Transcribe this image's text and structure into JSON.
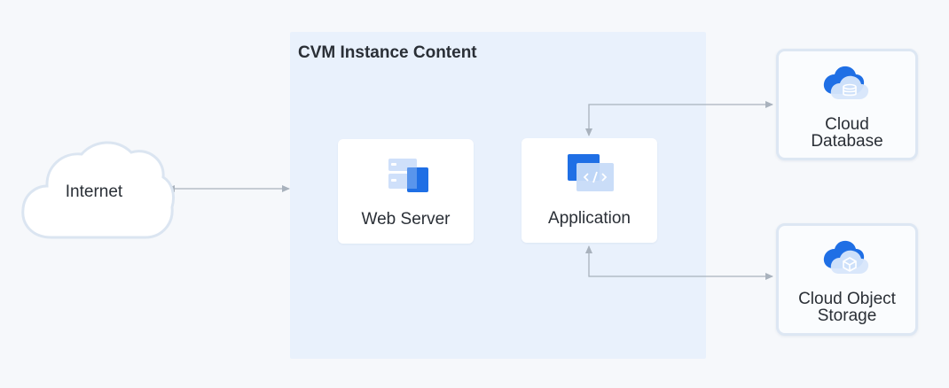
{
  "diagram": {
    "region_title": "CVM Instance Content",
    "nodes": {
      "internet": {
        "label": "Internet",
        "shape": "cloud-outline"
      },
      "web_server": {
        "label": "Web Server",
        "icon": "server-stack-icon"
      },
      "application": {
        "label": "Application",
        "icon": "code-window-icon"
      },
      "cloud_database": {
        "label_line1": "Cloud",
        "label_line2": "Database",
        "icon": "cloud-database-icon"
      },
      "cloud_object_storage": {
        "label_line1": "Cloud Object",
        "label_line2": "Storage",
        "icon": "cloud-storage-icon"
      }
    },
    "edges": [
      {
        "from": "internet",
        "to": "region",
        "style": "bidirectional"
      },
      {
        "from": "application",
        "to": "cloud_database",
        "style": "bidirectional"
      },
      {
        "from": "application",
        "to": "cloud_object_storage",
        "style": "bidirectional"
      }
    ],
    "colors": {
      "background": "#f6f8fb",
      "region_fill": "#e9f1fc",
      "accent_blue": "#1f6fe5",
      "light_blue": "#cfe0fa",
      "connector": "#a9b2bd",
      "cloud_fill": "#ffffff",
      "cloud_stroke": "#dbe5f1"
    }
  }
}
